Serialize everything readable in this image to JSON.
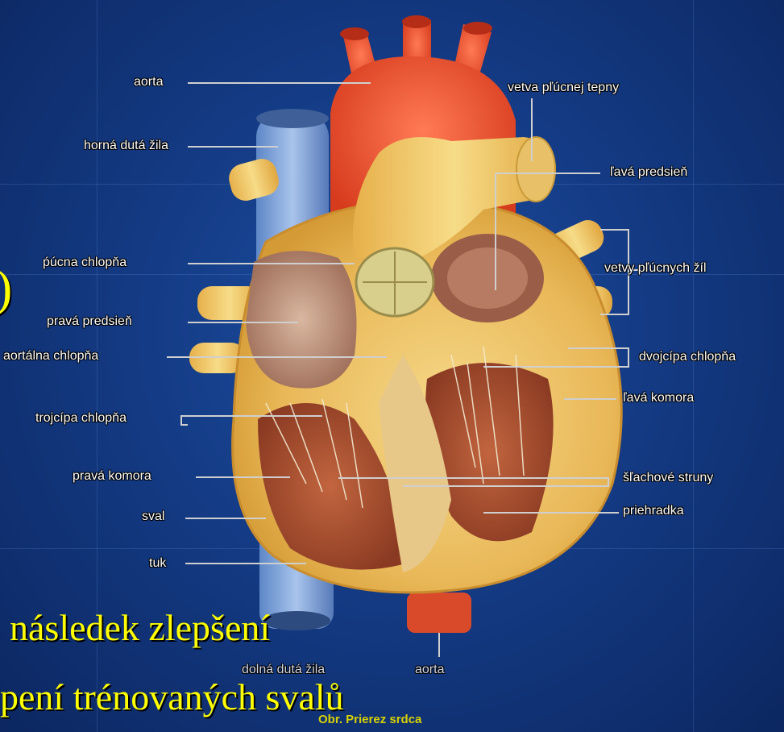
{
  "labels": {
    "aorta_top": "aorta",
    "horna_duta_zila": "horná dutá žila",
    "pulcna_chlopna": "ṕúcna chlopňa",
    "prava_predsien": "pravá predsieň",
    "aortalna_chlopna": "aortálna chlopňa",
    "trojcipa_chlopna": "trojcípa chlopňa",
    "prava_komora": "pravá komora",
    "sval": "sval",
    "tuk": "tuk",
    "vetva_plucnej_tepny": "vetva pľúcnej tepny",
    "lava_predsien": "ľavá predsieň",
    "vetvy_plucnych_zil": "vetvy pľúcnych žíl",
    "dvojcipa_chlopna": "dvojcípa chlopňa",
    "lava_komora": "ľavá komora",
    "slachove_struny": "šľachové struny",
    "priehradka": "priehradka",
    "dolna_duta_zila": "dolná dutá žila",
    "aorta_bottom": "aorta"
  },
  "caption": "Obr. Prierez srdca",
  "slide_text": {
    "line1": "následek zlepšení",
    "line2": "pení trénovaných svalů",
    "paren": ")"
  },
  "colors": {
    "background": "#143b85",
    "slide_text": "#ffff00",
    "label_text": "#ffffff"
  }
}
